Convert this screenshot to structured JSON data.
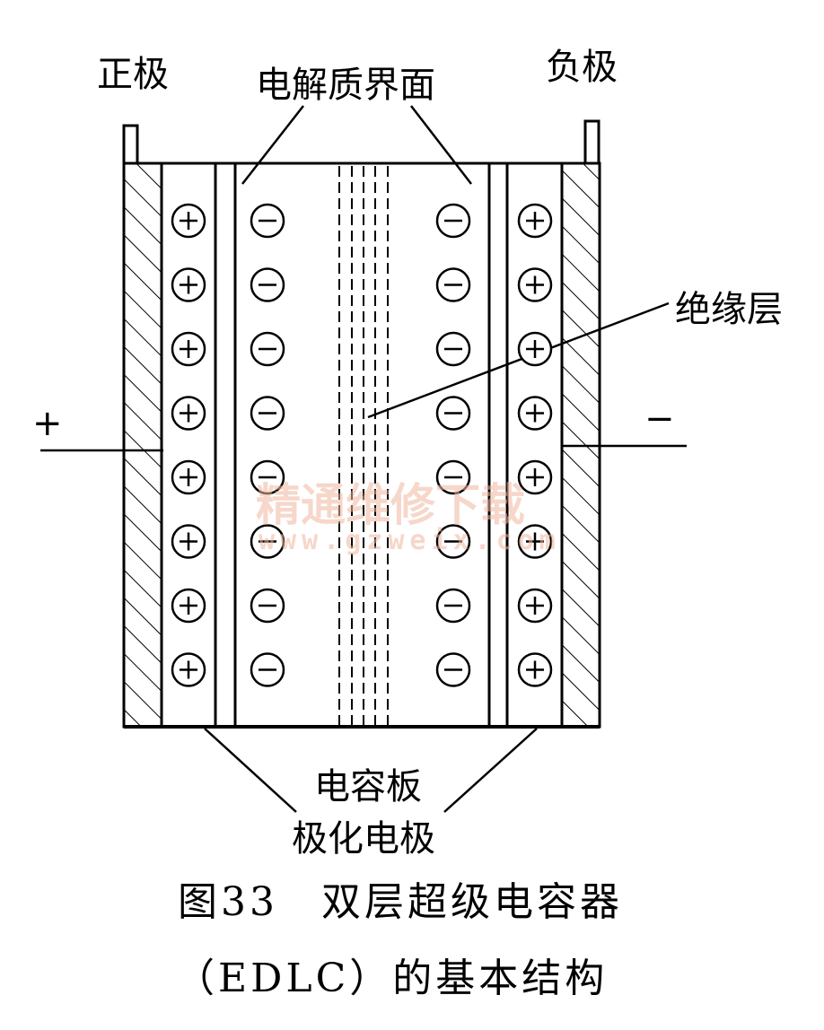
{
  "labels": {
    "positive_electrode": "正极",
    "negative_electrode": "负极",
    "electrolyte_interface": "电解质界面",
    "insulating_layer": "绝缘层",
    "capacitor_plate": "电容板",
    "polarized_electrode": "极化电极",
    "plus_terminal": "+",
    "minus_terminal": "−",
    "plus_sign": "+",
    "minus_sign": "−"
  },
  "caption": {
    "line1": "图33　双层超级电容器",
    "line2": "（EDLC）的基本结构"
  },
  "watermark": {
    "text": "精通维修下载",
    "url": "www.gzweix.com"
  },
  "rows": 8,
  "colors": {
    "line": "#000000",
    "watermark": "#f0b8a0"
  }
}
